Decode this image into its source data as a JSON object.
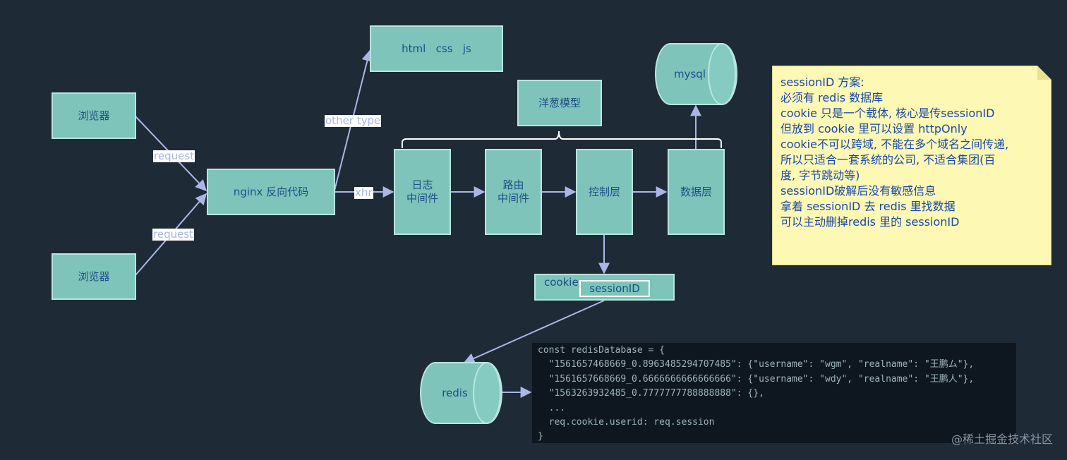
{
  "nodes": {
    "browser_top": "浏览器",
    "browser_bottom": "浏览器",
    "nginx": "nginx 反向代码",
    "static": "html   css   js",
    "onion": "洋葱模型",
    "log_mw": "日志\n中间件",
    "route_mw": "路由\n中间件",
    "controller": "控制层",
    "data_layer": "数据层",
    "mysql": "mysql",
    "cookie": "cookie",
    "session_id": "sessionID",
    "redis": "redis"
  },
  "edge_labels": {
    "request_top": "request",
    "request_bottom": "request",
    "other_type": "other type",
    "xhr": "xhr"
  },
  "note": {
    "lines": [
      "sessionID 方案:",
      "必须有 redis 数据库",
      "cookie 只是一个载体, 核心是传sessionID",
      "但放到 cookie 里可以设置 httpOnly",
      "cookie不可以跨域, 不能在多个域名之间传递,",
      "所以只适合一套系统的公司, 不适合集团(百",
      "度, 字节跳动等)",
      "sessionID破解后没有敏感信息",
      "拿着 sessionID 去 redis 里找数据",
      "可以主动删掉redis 里的 sessionID"
    ]
  },
  "code": {
    "lines": [
      "const redisDatabase = {",
      "  \"1561657468669_0.8963485294707485\": {\"username\": \"wgm\", \"realname\": \"王鹏ム\"},",
      "  \"1561657668669_0.6666666666666666\": {\"username\": \"wdy\", \"realname\": \"王鹏人\"},",
      "  \"1563263932485_0.7777777788888888\": {},",
      "  ...",
      "  req.cookie.userid: req.session",
      "}"
    ]
  },
  "watermark": "@稀土掘金技术社区",
  "colors": {
    "background": "#1e2a36",
    "node_fill": "#7ec4bb",
    "node_border": "#b8e6df",
    "node_text": "#1e4f86",
    "wire": "#aab6e6",
    "note_fill": "#fdf8b4",
    "note_text": "#1a48a8"
  }
}
